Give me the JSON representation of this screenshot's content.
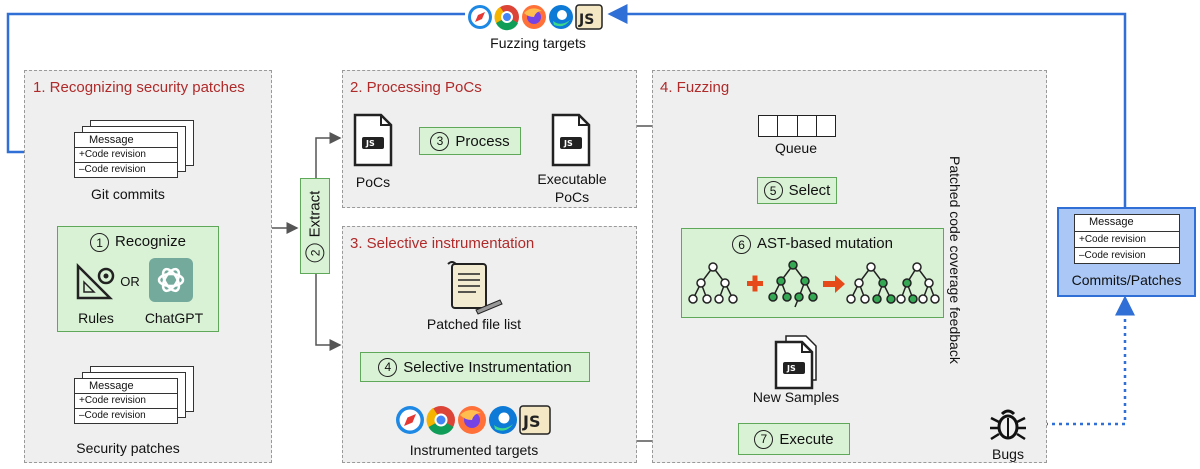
{
  "top": {
    "fuzzing_targets": "Fuzzing targets"
  },
  "panel1": {
    "title": "1. Recognizing security patches",
    "git_commits": "Git commits",
    "recognize_num": "1",
    "recognize": "Recognize",
    "or": "OR",
    "rules": "Rules",
    "chatgpt": "ChatGPT",
    "security_patches": "Security patches"
  },
  "commit_card": {
    "message": "Message",
    "plus": "+Code revision",
    "minus": "–Code revision"
  },
  "extract": {
    "num": "2",
    "label": "Extract"
  },
  "panel2": {
    "title": "2. Processing PoCs",
    "pocs": "PoCs",
    "process_num": "3",
    "process": "Process",
    "exec1": "Executable",
    "exec2": "PoCs",
    "js": "JS"
  },
  "panel3": {
    "title": "3. Selective instrumentation",
    "patched_file_list": "Patched file list",
    "si_num": "4",
    "si": "Selective Instrumentation",
    "instrumented_targets": "Instrumented targets"
  },
  "panel4": {
    "title": "4. Fuzzing",
    "queue": "Queue",
    "select_num": "5",
    "select": "Select",
    "mutation_num": "6",
    "mutation": "AST-based mutation",
    "new_samples": "New Samples",
    "execute_num": "7",
    "execute": "Execute",
    "feedback": "Patched code coverage feedback",
    "bugs": "Bugs"
  },
  "commits_patches": {
    "label": "Commits/Patches"
  },
  "colors": {
    "title_red": "#b02a2a",
    "blue": "#2f6fd6",
    "green_fill": "#d9f2d5",
    "green_border": "#5fa85a",
    "panel_bg": "#efefef"
  },
  "icons": [
    "safari-icon",
    "chrome-icon",
    "firefox-icon",
    "edge-icon",
    "js-engine-icon",
    "bug-icon",
    "openai-icon",
    "rules-icon",
    "file-list-icon",
    "js-file-icon"
  ]
}
